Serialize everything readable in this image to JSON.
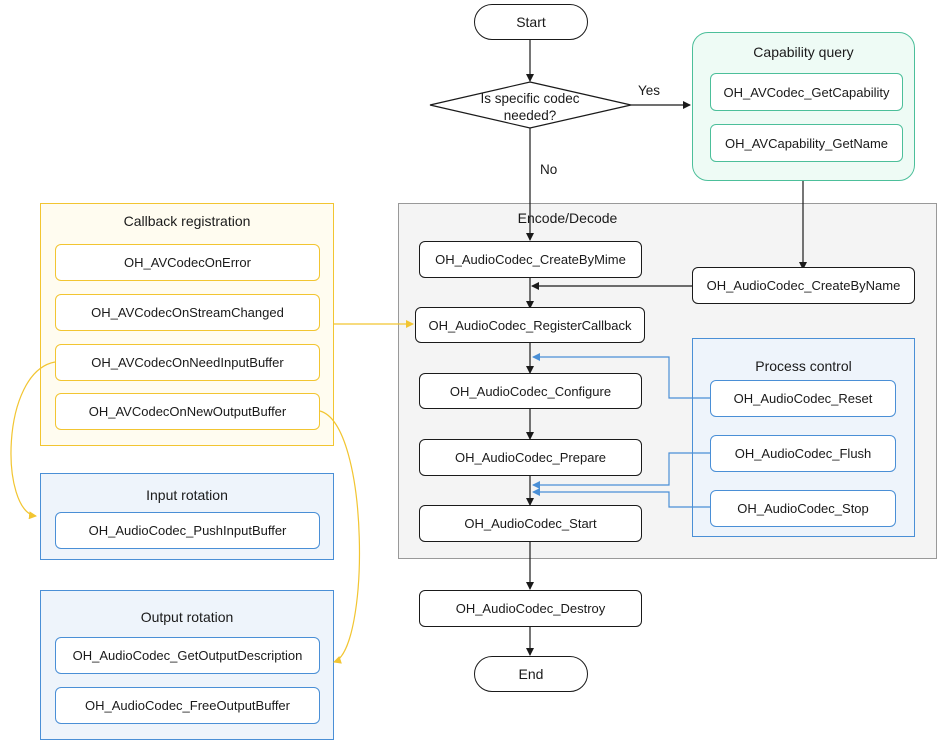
{
  "nodes": {
    "start": "Start",
    "decision": "Is specific codec needed?",
    "yes": "Yes",
    "no": "No",
    "end": "End",
    "create_by_mime": "OH_AudioCodec_CreateByMime",
    "create_by_name": "OH_AudioCodec_CreateByName",
    "register_callback": "OH_AudioCodec_RegisterCallback",
    "configure": "OH_AudioCodec_Configure",
    "prepare": "OH_AudioCodec_Prepare",
    "start_codec": "OH_AudioCodec_Start",
    "destroy": "OH_AudioCodec_Destroy"
  },
  "capability_query": {
    "title": "Capability query",
    "items": [
      "OH_AVCodec_GetCapability",
      "OH_AVCapability_GetName"
    ]
  },
  "encode_decode": {
    "title": "Encode/Decode"
  },
  "process_control": {
    "title": "Process control",
    "items": [
      "OH_AudioCodec_Reset",
      "OH_AudioCodec_Flush",
      "OH_AudioCodec_Stop"
    ]
  },
  "callback_registration": {
    "title": "Callback registration",
    "items": [
      "OH_AVCodecOnError",
      "OH_AVCodecOnStreamChanged",
      "OH_AVCodecOnNeedInputBuffer",
      "OH_AVCodecOnNewOutputBuffer"
    ]
  },
  "input_rotation": {
    "title": "Input rotation",
    "items": [
      "OH_AudioCodec_PushInputBuffer"
    ]
  },
  "output_rotation": {
    "title": "Output rotation",
    "items": [
      "OH_AudioCodec_GetOutputDescription",
      "OH_AudioCodec_FreeOutputBuffer"
    ]
  },
  "colors": {
    "callback_border": "#f2c531",
    "callback_fill": "#fffcf0",
    "blue_border": "#4a8fd6",
    "blue_fill": "#eef4fb",
    "green_border": "#4cbf9a",
    "green_fill": "#eefbf5",
    "gray_fill": "#f4f4f4",
    "gray_border": "#999999"
  }
}
